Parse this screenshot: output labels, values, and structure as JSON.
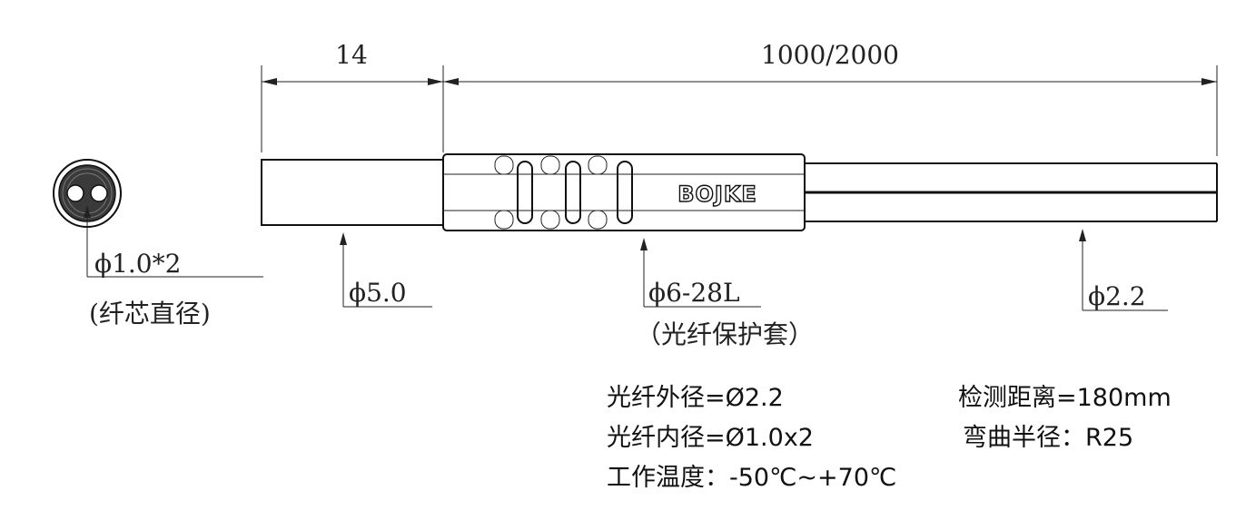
{
  "dimensions": {
    "ferrule_length": "14",
    "cable_length": "1000/2000"
  },
  "callouts": {
    "fiber_core": {
      "value": "ϕ1.0*2",
      "caption": "(纤芯直径)"
    },
    "ferrule": {
      "value": "ϕ5.0"
    },
    "sleeve": {
      "value": "ϕ6-28L",
      "caption": "（光纤保护套）"
    },
    "cable": {
      "value": "ϕ2.2"
    }
  },
  "brand": "BOJKE",
  "specs": {
    "outer_diameter": "光纤外径=Ø2.2",
    "inner_diameter": "光纤内径=Ø1.0x2",
    "operating_temp": "工作温度：-50℃~+70℃",
    "detect_distance": "检测距离=180mm",
    "bend_radius": "弯曲半径：R25"
  }
}
